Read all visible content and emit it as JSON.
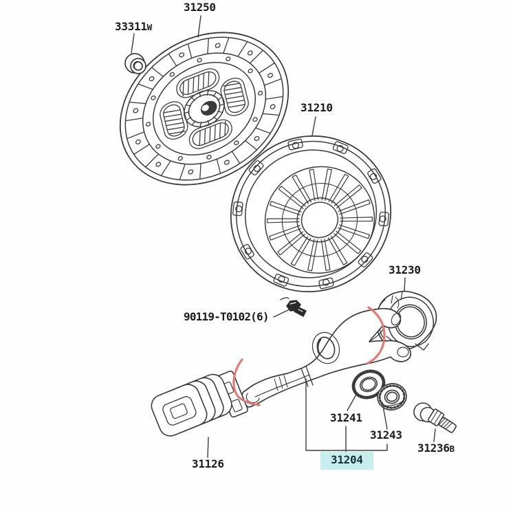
{
  "page": {
    "background": "#ffffff",
    "kind": "exploded-parts-diagram"
  },
  "diagram": {
    "colors": {
      "line": "#3a3a3a",
      "label_text": "#1a1a1a",
      "highlight_fill": "#c6eeec",
      "highlight_text": "#15333d",
      "annotation_arc": "#e57a72"
    },
    "labels": {
      "bushing": {
        "number": "33311",
        "suffix": "W",
        "highlighted": false
      },
      "clutch_disc": {
        "number": "31250",
        "suffix": "",
        "highlighted": false
      },
      "clutch_cover": {
        "number": "31210",
        "suffix": "",
        "highlighted": false
      },
      "release_bearing": {
        "number": "31230",
        "suffix": "",
        "highlighted": false
      },
      "bolt": {
        "number": "90119-T0102(6)",
        "suffix": "",
        "highlighted": false
      },
      "washer": {
        "number": "31241",
        "suffix": "",
        "highlighted": false
      },
      "nut": {
        "number": "31243",
        "suffix": "",
        "highlighted": false
      },
      "fork_assy": {
        "number": "31204",
        "suffix": "",
        "highlighted": true
      },
      "pivot_stud": {
        "number": "31236",
        "suffix": "B",
        "highlighted": false
      },
      "boot": {
        "number": "31126",
        "suffix": "",
        "highlighted": false
      }
    }
  }
}
